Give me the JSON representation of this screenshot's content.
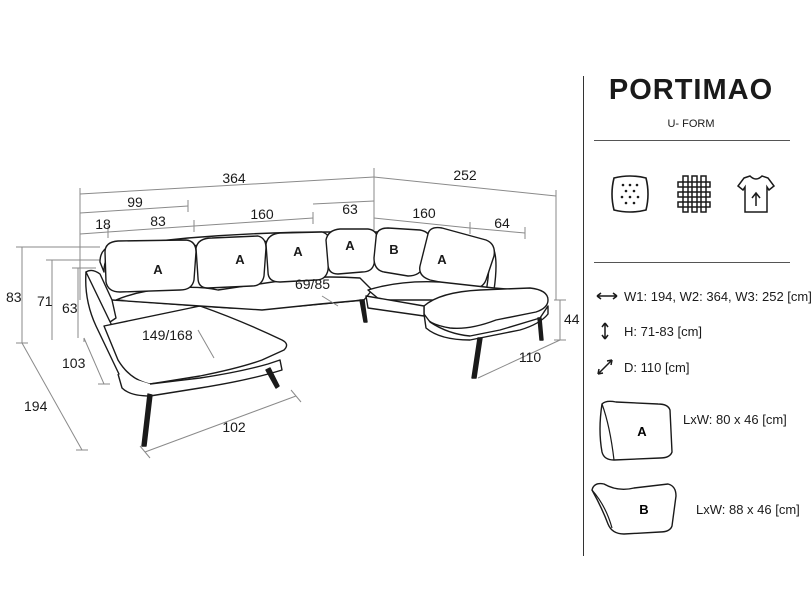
{
  "product": {
    "name": "PORTIMAO",
    "subtitle": "U- FORM"
  },
  "dimensions": {
    "total_width": "364",
    "right_width": "252",
    "left_chaise_top": "99",
    "seg_18": "18",
    "seg_83": "83",
    "seg_160_a": "160",
    "seg_63_top": "63",
    "seg_160_b": "160",
    "seg_64": "64",
    "height_83": "83",
    "height_71": "71",
    "height_63": "63",
    "seat_height_44": "44",
    "depth_103": "103",
    "depth_194": "194",
    "depth_110": "110",
    "width_102": "102",
    "chaise_depth": "149/168",
    "seat_depth": "69/85"
  },
  "cushion_labels": {
    "a": "A",
    "b": "B"
  },
  "specs": {
    "width": "W1: 194, W2: 364, W3: 252 [cm]",
    "height": "H: 71-83 [cm]",
    "depth": "D: 110 [cm]"
  },
  "cushions": {
    "a": {
      "letter": "A",
      "size": "LxW: 80 x 46 [cm]"
    },
    "b": {
      "letter": "B",
      "size": "LxW: 88 x 46 [cm]"
    }
  },
  "icons": [
    "removable-cover-icon",
    "fabric-weave-icon",
    "tshirt-care-icon",
    "width-arrow-icon",
    "height-arrow-icon",
    "depth-arrow-icon"
  ]
}
